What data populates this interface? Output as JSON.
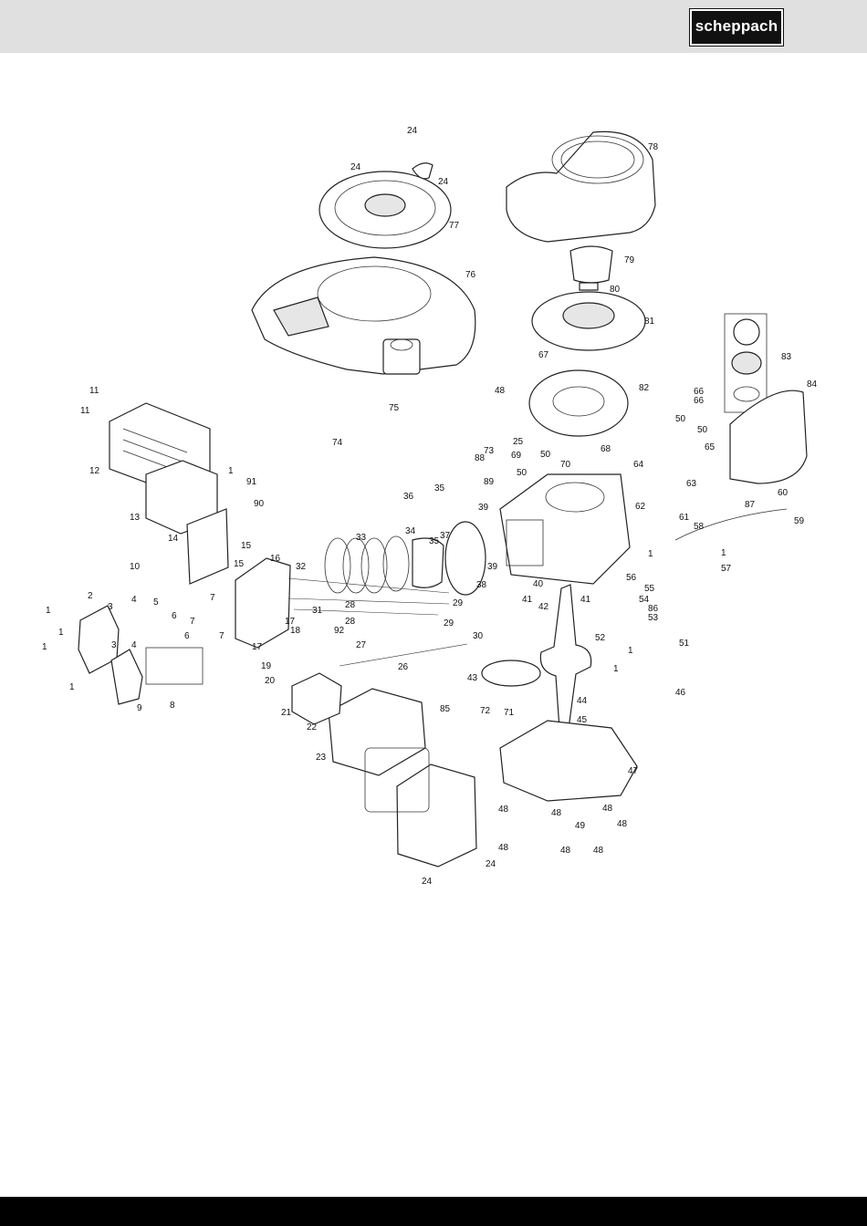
{
  "header": {
    "brand": "scheppach"
  },
  "colors": {
    "header_bg": "#e0e0e0",
    "footer_bg": "#000000",
    "logo_bg": "#111111",
    "line": "#222222"
  },
  "labels": {
    "l1a": "24",
    "l1b": "24",
    "l1c": "24",
    "l2": "78",
    "l3": "77",
    "l4": "79",
    "l5": "76",
    "l6": "80",
    "l7": "81",
    "l8": "67",
    "l9": "83",
    "l10": "82",
    "l11": "66",
    "l12": "66",
    "l13": "84",
    "l14": "48",
    "l15": "50",
    "l16": "50",
    "l17": "75",
    "l18": "74",
    "l19": "25",
    "l20": "73",
    "l21": "88",
    "l22": "69",
    "l23": "50",
    "l24": "68",
    "l25": "65",
    "l26": "11",
    "l27": "11",
    "l28": "12",
    "l29": "13",
    "l30": "14",
    "l31": "1",
    "l32": "91",
    "l33": "90",
    "l34": "15",
    "l35": "15",
    "l36": "10",
    "l37": "16",
    "l38": "33",
    "l39": "35",
    "l40": "36",
    "l41": "34",
    "l42": "37",
    "l43": "35",
    "l44": "39",
    "l45": "89",
    "l46": "50",
    "l47": "70",
    "l48": "64",
    "l49": "63",
    "l50": "62",
    "l51": "61",
    "l52": "60",
    "l53": "87",
    "l54": "59",
    "l55": "58",
    "l56": "1",
    "l57": "1",
    "l58": "57",
    "l59": "39",
    "l60": "38",
    "l61": "40",
    "l62": "32",
    "l63": "31",
    "l64": "28",
    "l65": "28",
    "l66": "29",
    "l67": "29",
    "l68": "30",
    "l69": "41",
    "l70": "41",
    "l71": "42",
    "l72": "56",
    "l73": "55",
    "l74": "54",
    "l75": "86",
    "l76": "53",
    "l77": "52",
    "l78": "1",
    "l79": "51",
    "l80": "2",
    "l81": "3",
    "l82": "4",
    "l83": "5",
    "l84": "1",
    "l85": "1",
    "l86": "1",
    "l87": "1",
    "l88": "3",
    "l89": "4",
    "l90": "6",
    "l91": "6",
    "l92": "7",
    "l93": "7",
    "l94": "7",
    "l95": "9",
    "l96": "8",
    "l97": "17",
    "l98": "17",
    "l99": "18",
    "l100": "19",
    "l101": "20",
    "l102": "21",
    "l103": "22",
    "l104": "23",
    "l105": "92",
    "l106": "27",
    "l107": "26",
    "l108": "43",
    "l109": "1",
    "l110": "44",
    "l111": "45",
    "l112": "46",
    "l113": "72",
    "l114": "71",
    "l115": "47",
    "l116": "48",
    "l117": "48",
    "l118": "48",
    "l119": "48",
    "l120": "48",
    "l121": "48",
    "l122": "48",
    "l123": "49",
    "l124": "24",
    "l125": "24",
    "l126": "85"
  }
}
